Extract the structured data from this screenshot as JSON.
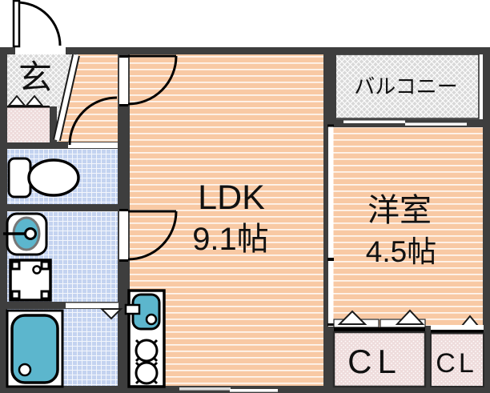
{
  "page": {
    "type": "apartment-floor-plan"
  },
  "labels": {
    "genkan": "玄",
    "balcony": "バルコニー",
    "ldk_name": "LDK",
    "ldk_size": "9.1帖",
    "western_room_name": "洋室",
    "western_room_size": "4.5帖",
    "closet_main": "CL",
    "closet_sub": "CL"
  },
  "rooms": [
    {
      "name": "玄関",
      "label": "玄",
      "floor": "gray-crosshatch"
    },
    {
      "name": "LDK",
      "size_jo": 9.1,
      "floor": "orange-stripes"
    },
    {
      "name": "洋室",
      "size_jo": 4.5,
      "floor": "orange-stripes"
    },
    {
      "name": "バルコニー",
      "floor": "gray-crosshatch"
    },
    {
      "name": "トイレ",
      "floor": "blue-grid"
    },
    {
      "name": "洗面所",
      "floor": "blue-grid"
    },
    {
      "name": "浴室",
      "floor": "blue-grid"
    },
    {
      "name": "クローゼット",
      "label": "CL",
      "floor": "pink-dots"
    },
    {
      "name": "クローゼット",
      "label": "CL",
      "floor": "pink-dots"
    }
  ],
  "icons": {
    "entrance_door": "swing-door-arc-icon",
    "interior_doors": "quarter-circle-swing-icon",
    "sliding_door": "white-band-in-wall-icon",
    "toilet": "toilet-plan-icon",
    "washbasin": "oval-basin-icon",
    "washing_machine_pan": "square-pan-icon",
    "bathtub": "rounded-tub-icon",
    "kitchen_sink": "sink-with-faucet-icon",
    "stove": "two-burner-icon",
    "storage_triangles": "door-triangle-markers"
  },
  "colors": {
    "wall": "#3e3e3e",
    "room_orange": "#f8c9a4",
    "wet_area_blue": "#c4d3f0",
    "tile_gray": "#d9d9d9",
    "storage_pink": "#eedbdb",
    "fixture_teal": "#5cb6cd",
    "line": "#000000",
    "background": "#ffffff"
  }
}
